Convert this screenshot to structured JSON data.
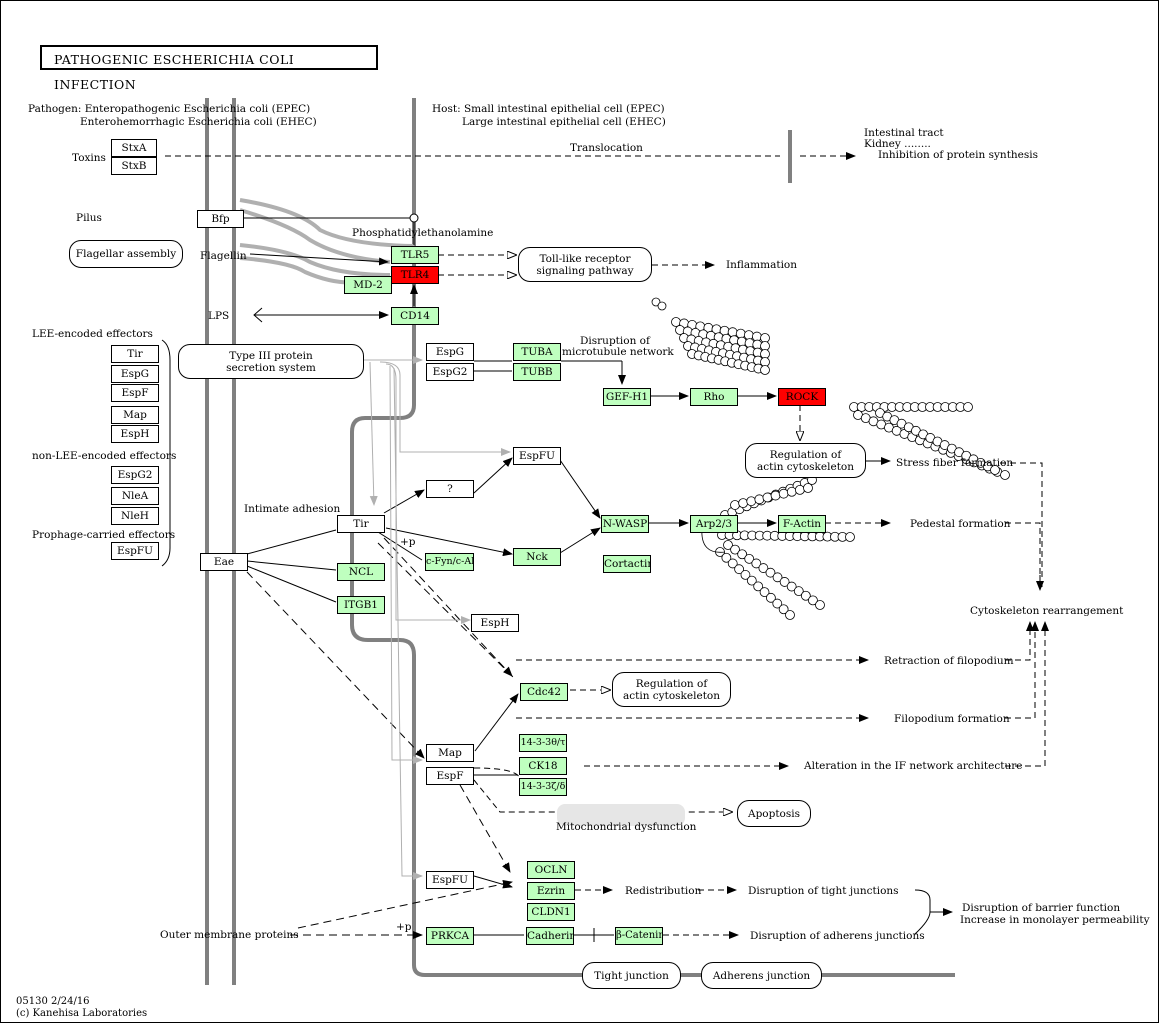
{
  "map": {
    "title": "PATHOGENIC ESCHERICHIA COLI INFECTION",
    "footer_id": "05130 2/24/16",
    "footer_copyright": "(c) Kanehisa Laboratories"
  },
  "labels": {
    "pathogen_line1": "Pathogen: Enteropathogenic Escherichia coli (EPEC)",
    "pathogen_line2": "Enterohemorrhagic Escherichia coli (EHEC)",
    "host_line1": "Host: Small intestinal epithelial cell (EPEC)",
    "host_line2": "Large intestinal epithelial cell (EHEC)",
    "toxins": "Toxins",
    "translocation": "Translocation",
    "intestinal_tract": "Intestinal tract",
    "kidney": "Kidney ........",
    "inhibition_protein_synthesis": "Inhibition of protein synthesis",
    "pilus": "Pilus",
    "phosphatidylethanolamine": "Phosphatidylethanolamine",
    "flagellin": "Flagellin",
    "inflammation": "Inflammation",
    "lps": "LPS",
    "lee_effectors": "LEE-encoded effectors",
    "non_lee_effectors": "non-LEE-encoded effectors",
    "prophage_effectors": "Prophage-carried effectors",
    "disruption_microtubule_1": "Disruption of",
    "disruption_microtubule_2": "microtubule network",
    "stress_fiber": "Stress fiber formation",
    "intimate_adhesion": "Intimate adhesion",
    "plus_p_1": "+p",
    "pedestal_formation": "Pedestal formation",
    "cytoskeleton_rearrangement": "Cytoskeleton rearrangement",
    "retraction_filopodium": "Retraction of filopodium",
    "filopodium_formation": "Filopodium formation",
    "if_network": "Alteration in the IF network architecture",
    "mitochondrial_dysfunction": "Mitochondrial dysfunction",
    "redistribution": "Redistribution",
    "disruption_tight": "Disruption of tight junctions",
    "disruption_barrier_1": "Disruption of barrier function",
    "disruption_barrier_2": "Increase in monolayer permeability",
    "outer_membrane": "Outer membrane proteins",
    "plus_p_2": "+p",
    "disruption_adherens": "Disruption of adherens junctions"
  },
  "rounded_boxes": {
    "flagellar_assembly": "Flagellar assembly",
    "tlr_pathway_1": "Toll-like receptor",
    "tlr_pathway_2": "signaling pathway",
    "type3_1": "Type III protein",
    "type3_2": "secretion system",
    "reg_actin_1_a": "Regulation of",
    "reg_actin_1_b": "actin cytoskeleton",
    "reg_actin_2_a": "Regulation of",
    "reg_actin_2_b": "actin cytoskeleton",
    "apoptosis": "Apoptosis",
    "tight_junction": "Tight junction",
    "adherens_junction": "Adherens junction"
  },
  "nodes": {
    "StxA": "StxA",
    "StxB": "StxB",
    "Bfp": "Bfp",
    "TLR5": "TLR5",
    "TLR4": "TLR4",
    "MD2": "MD-2",
    "CD14": "CD14",
    "Tir_lee": "Tir",
    "EspG_lee": "EspG",
    "EspF_lee": "EspF",
    "Map_lee": "Map",
    "EspH_lee": "EspH",
    "EspG2_nl": "EspG2",
    "NleA": "NleA",
    "NleH": "NleH",
    "EspFu_pp": "EspFU",
    "EspG_r": "EspG",
    "EspG2_r": "EspG2",
    "TUBA": "TUBA",
    "TUBB": "TUBB",
    "GEFH1": "GEF-H1",
    "Rho": "Rho",
    "ROCK": "ROCK",
    "EspFu_mid": "EspFU",
    "Q": "?",
    "NWASP": "N-WASP",
    "Arp23": "Arp2/3",
    "FActin": "F-Actin",
    "Cortactin": "Cortactin",
    "Tir_mid": "Tir",
    "Eae": "Eae",
    "cFyn": "c-Fyn/c-Abl",
    "Nck": "Nck",
    "NCL": "NCL",
    "ITGB1": "ITGB1",
    "EspH_mid": "EspH",
    "Cdc42": "Cdc42",
    "Map_mid": "Map",
    "EspF_mid": "EspF",
    "p1433t": "14-3-3θ/τ",
    "CK18": "CK18",
    "p1433z": "14-3-3ζ/δ",
    "OCLN": "OCLN",
    "Ezrin": "Ezrin",
    "CLDN1": "CLDN1",
    "EspFu_low": "EspFU",
    "PRKCA": "PRKCA",
    "Cadherin": "Cadherin",
    "bCatenin": "β-Catenin"
  },
  "colors": {
    "gene_fill": "#bfffbf",
    "highlight_fill": "#ff0000",
    "membrane": "#808080",
    "secretion_path": "#b0b0b0",
    "mitochondria_fill": "#e6e6e6"
  }
}
